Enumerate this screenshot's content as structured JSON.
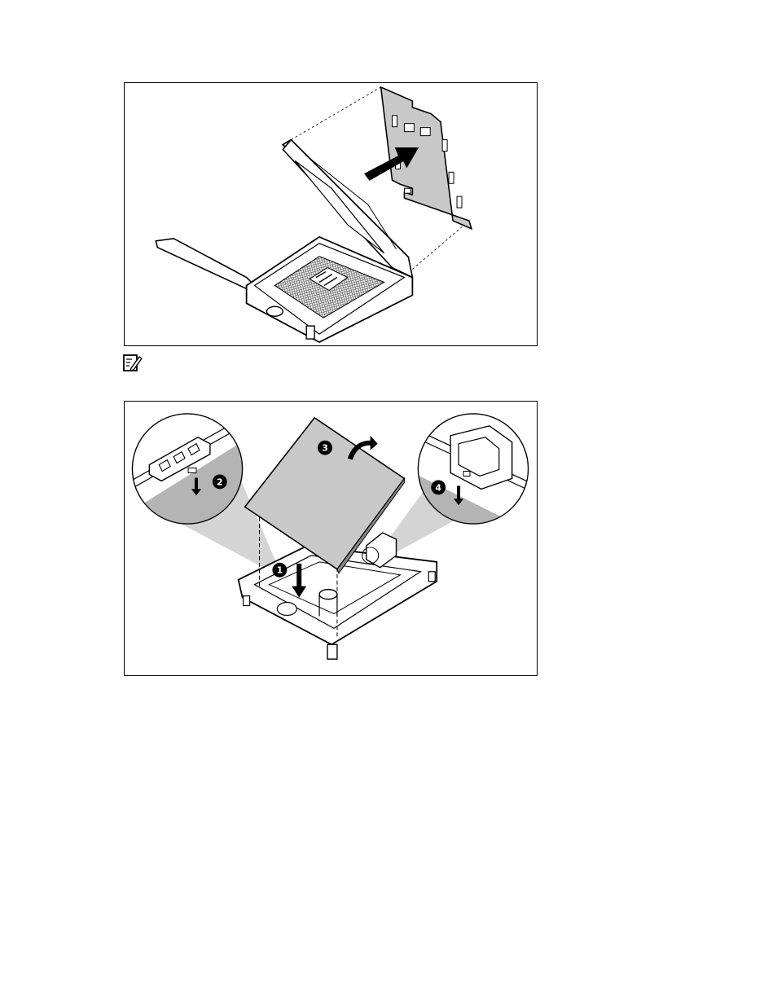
{
  "figures": [
    {
      "id": "figure-remove-socket-cover",
      "content": "processor-socket-cover-removal-illustration"
    },
    {
      "id": "figure-install-socket-cover",
      "content": "processor-socket-cover-installation-illustration",
      "callouts": [
        "1",
        "2",
        "3",
        "4"
      ]
    }
  ],
  "note": {
    "icon": "important-note-icon",
    "text": ""
  },
  "colors": {
    "line": "#000000",
    "fill_gray": "#c8c8c8",
    "zoom_gray": "#b4b4b4",
    "callout_bg": "#000000",
    "callout_text": "#ffffff"
  }
}
